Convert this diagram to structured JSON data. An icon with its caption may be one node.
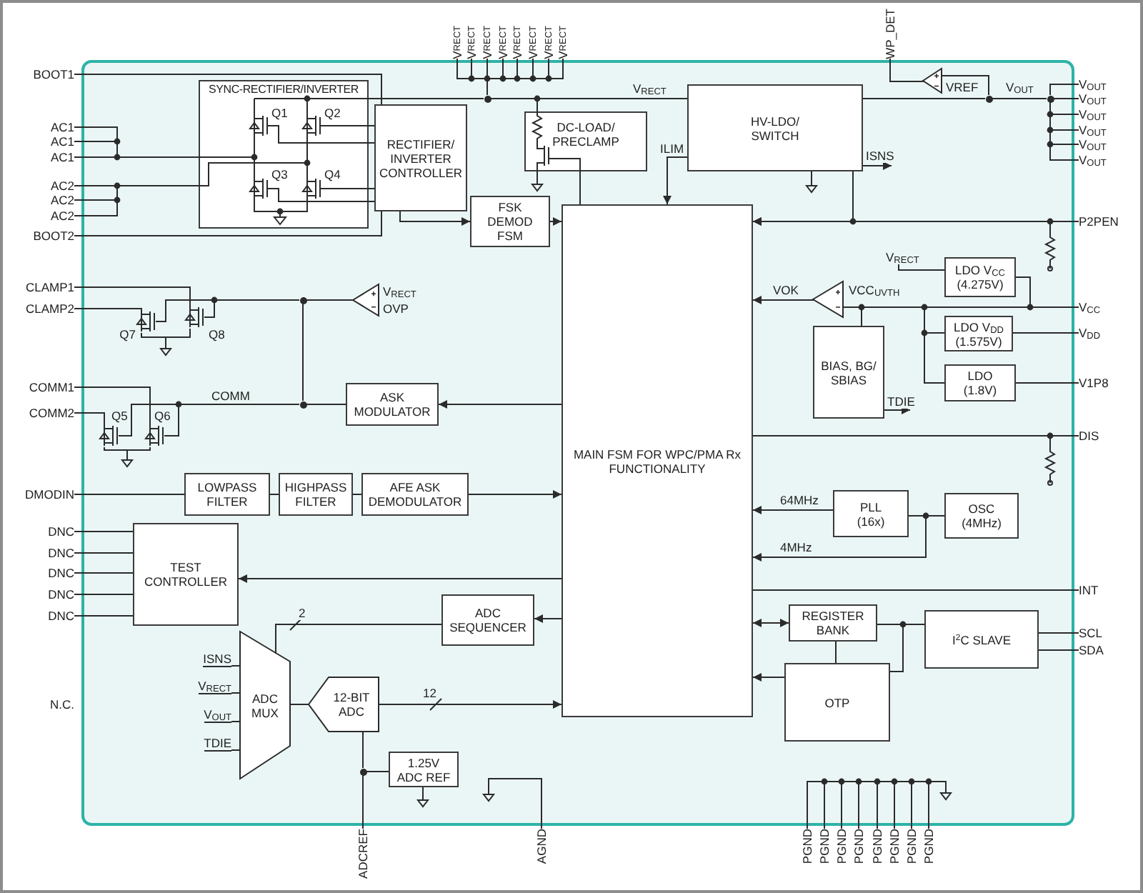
{
  "diagram": {
    "nodes": [
      {
        "text": [
          "SYNC-RECTIFIER/INVERTER"
        ]
      },
      {
        "text": [
          "RECTIFIER/ INVERTER CONTROLLER"
        ]
      },
      {
        "text": [
          "DC-LOAD/ PRECLAMP"
        ]
      },
      {
        "text": [
          "HV-LDO/ SWITCH"
        ]
      },
      {
        "text": [],
        "shape": "triangle",
        "beside": [
          "VREF"
        ]
      },
      {
        "text": [
          "FSK DEMOD FSM"
        ]
      },
      {
        "text": [
          "MAIN FSM FOR WPC/PMA Rx FUNCTIONALITY"
        ]
      },
      {
        "text": [
          "LDO V$_{CC}$ (4.275V)"
        ]
      },
      {
        "text": [],
        "shape": "triangle",
        "beside": [
          "V$_{RECT}$",
          "OVP"
        ]
      },
      {
        "text": [],
        "shape": "triangle",
        "beside": [
          "VCC$_{UVTH}$"
        ]
      },
      {
        "text": [
          "LDO V$_{DD}$ (1.575V)"
        ]
      },
      {
        "text": [
          "BIAS, BG/ SBIAS"
        ]
      },
      {
        "text": [
          "LDO (1.8V)"
        ]
      },
      {
        "text": [
          "ASK MODULATOR"
        ]
      },
      {
        "text": [
          "LOWPASS FILTER"
        ]
      },
      {
        "text": [
          "HIGHPASS FILTER"
        ]
      },
      {
        "text": [
          "AFE ASK DEMODULATOR"
        ]
      },
      {
        "text": [
          "PLL (16x)"
        ]
      },
      {
        "text": [
          "OSC (4MHz)"
        ]
      },
      {
        "text": [
          "TEST CONTROLLER"
        ]
      },
      {
        "text": [
          "REGISTER BANK"
        ]
      },
      {
        "text": [
          "I$^{2}$C SLAVE"
        ]
      },
      {
        "text": [
          "ADC SEQUENCER"
        ]
      },
      {
        "text": [
          "ADC MUX"
        ]
      },
      {
        "text": [
          "12-BIT ADC"
        ]
      },
      {
        "text": [
          "OTP"
        ]
      },
      {
        "text": [
          "1.25V ADC REF"
        ]
      },
      {
        "text": [
          "V$_{RECT}$"
        ]
      },
      {
        "text": [
          "V$_{RECT}$"
        ]
      },
      {
        "text": [
          "V$_{RECT}$"
        ]
      },
      {
        "text": [
          "V$_{RECT}$"
        ]
      },
      {
        "text": [
          "V$_{RECT}$"
        ]
      },
      {
        "text": [
          "V$_{RECT}$"
        ]
      },
      {
        "text": [
          "V$_{RECT}$"
        ]
      },
      {
        "text": [
          "V$_{RECT}$"
        ]
      },
      {
        "text": [
          "WP_DET"
        ]
      },
      {
        "text": [
          "BOOT1"
        ]
      },
      {
        "text": [
          "AC1"
        ]
      },
      {
        "text": [
          "AC1"
        ]
      },
      {
        "text": [
          "AC1"
        ]
      },
      {
        "text": [
          "AC2"
        ]
      },
      {
        "text": [
          "AC2"
        ]
      },
      {
        "text": [
          "AC2"
        ]
      },
      {
        "text": [
          "BOOT2"
        ]
      },
      {
        "text": [
          "CLAMP1"
        ]
      },
      {
        "text": [
          "CLAMP2"
        ]
      },
      {
        "text": [
          "COMM1"
        ]
      },
      {
        "text": [
          "COMM2"
        ]
      },
      {
        "text": [
          "DMODIN"
        ]
      },
      {
        "text": [
          "DNC"
        ]
      },
      {
        "text": [
          "DNC"
        ]
      },
      {
        "text": [
          "DNC"
        ]
      },
      {
        "text": [
          "DNC"
        ]
      },
      {
        "text": [
          "DNC"
        ]
      },
      {
        "text": [
          "V$_{OUT}$"
        ]
      },
      {
        "text": [
          "V$_{OUT}$"
        ]
      },
      {
        "text": [
          "V$_{OUT}$"
        ]
      },
      {
        "text": [
          "V$_{OUT}$"
        ]
      },
      {
        "text": [
          "V$_{OUT}$"
        ]
      },
      {
        "text": [
          "V$_{OUT}$"
        ]
      },
      {
        "text": [
          "P2PEN"
        ]
      },
      {
        "text": [
          "V$_{CC}$"
        ]
      },
      {
        "text": [
          "V$_{DD}$"
        ]
      },
      {
        "text": [
          "V1P8"
        ]
      },
      {
        "text": [
          "DIS"
        ]
      },
      {
        "text": [
          "INT"
        ]
      },
      {
        "text": [
          "SCL"
        ]
      },
      {
        "text": [
          "SDA"
        ]
      },
      {
        "text": [
          "ADCREF"
        ]
      },
      {
        "text": [
          "AGND"
        ]
      },
      {
        "text": [
          "PGND"
        ]
      },
      {
        "text": [
          "PGND"
        ]
      },
      {
        "text": [
          "PGND"
        ]
      },
      {
        "text": [
          "PGND"
        ]
      },
      {
        "text": [
          "PGND"
        ]
      },
      {
        "text": [
          "PGND"
        ]
      },
      {
        "text": [
          "PGND"
        ]
      },
      {
        "text": [
          "PGND"
        ]
      },
      {
        "text": [
          "V$_{RECT}$"
        ]
      },
      {
        "text": [
          "ISNS"
        ]
      },
      {
        "text": [
          "V$_{RECT}$"
        ]
      },
      {
        "text": [
          "V$_{OUT}$"
        ]
      },
      {
        "text": [
          "TDIE"
        ]
      },
      {
        "text": [],
        "shape": "transistor",
        "beside": [
          "Q7"
        ]
      },
      {
        "text": [],
        "shape": "transistor",
        "beside": [
          "Q8"
        ]
      },
      {
        "text": [],
        "shape": "transistor",
        "beside": [
          "Q5"
        ]
      },
      {
        "text": [],
        "shape": "transistor",
        "beside": [
          "Q6"
        ]
      },
      {
        "text": [],
        "shape": "ground"
      },
      {
        "text": [],
        "shape": "ground"
      },
      {
        "text": [],
        "shape": "ground"
      },
      {
        "text": [],
        "shape": "ground"
      },
      {
        "text": [],
        "shape": "ground"
      },
      {
        "text": [],
        "shape": "ground"
      },
      {
        "text": [],
        "shape": "ground"
      },
      {
        "text": [],
        "shape": "resistor"
      },
      {
        "text": [],
        "shape": "resistor"
      },
      {
        "text": [],
        "shape": "dot"
      },
      {
        "text": [],
        "shape": "dot"
      },
      {
        "text": [],
        "shape": "dot"
      },
      {
        "text": [],
        "shape": "dot"
      },
      {
        "text": [],
        "shape": "dot"
      },
      {
        "text": [],
        "shape": "dot"
      }
    ],
    "edges": [
      {
        "from": 0,
        "to": 96,
        "arrow": "none"
      },
      {
        "from": 96,
        "to": 2,
        "arrow": "none"
      },
      {
        "from": 96,
        "to": 3,
        "arrow": "none",
        "label": "V$_{RECT}$"
      },
      {
        "from": 1,
        "to": 5,
        "arrow": "to"
      },
      {
        "from": 5,
        "to": 6,
        "arrow": "to"
      },
      {
        "from": 6,
        "to": 2,
        "arrow": "none"
      },
      {
        "from": 3,
        "to": 6,
        "arrow": "to",
        "label": "ILIM"
      },
      {
        "from": 3,
        "to": null,
        "arrow": "to",
        "label": "ISNS"
      },
      {
        "from": 3,
        "to": 97,
        "arrow": "none"
      },
      {
        "from": 97,
        "to": 4,
        "arrow": "none"
      },
      {
        "from": 60,
        "to": 6,
        "arrow": "to"
      },
      {
        "from": 3,
        "to": 6,
        "arrow": "to"
      },
      {
        "from": 9,
        "to": 6,
        "arrow": "to",
        "label": "VOK"
      },
      {
        "from": 7,
        "to": 9,
        "arrow": "none"
      },
      {
        "from": 11,
        "to": 9,
        "arrow": "none"
      },
      {
        "from": 7,
        "to": 10,
        "arrow": "none"
      },
      {
        "from": 7,
        "to": 12,
        "arrow": "none"
      },
      {
        "from": 11,
        "to": null,
        "arrow": "to",
        "label": "TDIE"
      },
      {
        "from": 6,
        "to": 13,
        "arrow": "to"
      },
      {
        "from": 13,
        "to": 99,
        "arrow": "none"
      },
      {
        "from": 14,
        "to": 15,
        "arrow": "none"
      },
      {
        "from": 15,
        "to": 16,
        "arrow": "none"
      },
      {
        "from": 16,
        "to": 6,
        "arrow": "to"
      },
      {
        "from": 17,
        "to": 6,
        "arrow": "to",
        "label": "64MHz"
      },
      {
        "from": 18,
        "to": 17,
        "arrow": "none"
      },
      {
        "from": 18,
        "to": 6,
        "arrow": "to",
        "label": "4MHz"
      },
      {
        "from": 6,
        "to": 19,
        "arrow": "to"
      },
      {
        "from": 6,
        "to": 22,
        "arrow": "to"
      },
      {
        "from": 6,
        "to": 20,
        "arrow": "both"
      },
      {
        "from": 20,
        "to": 21,
        "arrow": "none"
      },
      {
        "from": 20,
        "to": 25,
        "arrow": "none"
      },
      {
        "from": 25,
        "to": 21,
        "arrow": "none"
      },
      {
        "from": 25,
        "to": 6,
        "arrow": "to"
      },
      {
        "from": 22,
        "to": 23,
        "arrow": "none",
        "label": "2"
      },
      {
        "from": 23,
        "to": 24,
        "arrow": "none"
      },
      {
        "from": 24,
        "to": 6,
        "arrow": "to",
        "label": "12"
      },
      {
        "from": 26,
        "to": 100,
        "arrow": "none"
      },
      {
        "from": 0,
        "to": 1,
        "arrow": "none"
      },
      {
        "from": 0,
        "to": 1,
        "arrow": "none"
      },
      {
        "from": 0,
        "to": 1,
        "arrow": "none"
      },
      {
        "from": 0,
        "to": 1,
        "arrow": "none"
      },
      {
        "from": 27,
        "to": 96,
        "arrow": "none"
      },
      {
        "from": 28,
        "to": 96,
        "arrow": "none"
      },
      {
        "from": 29,
        "to": 96,
        "arrow": "none"
      },
      {
        "from": 30,
        "to": 96,
        "arrow": "none"
      },
      {
        "from": 31,
        "to": 96,
        "arrow": "none"
      },
      {
        "from": 32,
        "to": 96,
        "arrow": "none"
      },
      {
        "from": 33,
        "to": 96,
        "arrow": "none"
      },
      {
        "from": 34,
        "to": 96,
        "arrow": "none"
      },
      {
        "from": 4,
        "to": 35,
        "arrow": "none"
      },
      {
        "from": 36,
        "to": 1,
        "arrow": "none"
      },
      {
        "from": 37,
        "to": 0,
        "arrow": "none"
      },
      {
        "from": 38,
        "to": 0,
        "arrow": "none"
      },
      {
        "from": 39,
        "to": 0,
        "arrow": "none"
      },
      {
        "from": 40,
        "to": 0,
        "arrow": "none"
      },
      {
        "from": 41,
        "to": 0,
        "arrow": "none"
      },
      {
        "from": 42,
        "to": 0,
        "arrow": "none"
      },
      {
        "from": 43,
        "to": 1,
        "arrow": "none"
      },
      {
        "from": 8,
        "to": 98,
        "arrow": "none"
      },
      {
        "from": 98,
        "to": 84,
        "arrow": "none"
      },
      {
        "from": 98,
        "to": 83,
        "arrow": "none"
      },
      {
        "from": 98,
        "to": 99,
        "arrow": "none"
      },
      {
        "from": 44,
        "to": 84,
        "arrow": "none"
      },
      {
        "from": 45,
        "to": 83,
        "arrow": "none"
      },
      {
        "from": 83,
        "to": 87,
        "arrow": "none"
      },
      {
        "from": 84,
        "to": 87,
        "arrow": "none"
      },
      {
        "from": 99,
        "to": 86,
        "arrow": "none",
        "label": "COMM"
      },
      {
        "from": 99,
        "to": 85,
        "arrow": "none"
      },
      {
        "from": 46,
        "to": 86,
        "arrow": "none"
      },
      {
        "from": 47,
        "to": 85,
        "arrow": "none"
      },
      {
        "from": 85,
        "to": 88,
        "arrow": "none"
      },
      {
        "from": 86,
        "to": 88,
        "arrow": "none"
      },
      {
        "from": 48,
        "to": 14,
        "arrow": "none"
      },
      {
        "from": 49,
        "to": 19,
        "arrow": "none"
      },
      {
        "from": 50,
        "to": 19,
        "arrow": "none"
      },
      {
        "from": 51,
        "to": 19,
        "arrow": "none"
      },
      {
        "from": 52,
        "to": 19,
        "arrow": "none"
      },
      {
        "from": 53,
        "to": 19,
        "arrow": "none"
      },
      {
        "from": 101,
        "to": 54,
        "arrow": "none"
      },
      {
        "from": 97,
        "to": 101,
        "arrow": "none",
        "label": "V$_{OUT}$"
      },
      {
        "from": 101,
        "to": 56,
        "arrow": "none"
      },
      {
        "from": 101,
        "to": 57,
        "arrow": "none"
      },
      {
        "from": 101,
        "to": 58,
        "arrow": "none"
      },
      {
        "from": 101,
        "to": 59,
        "arrow": "none"
      },
      {
        "from": 60,
        "to": 94,
        "arrow": "none"
      },
      {
        "from": 78,
        "to": 7,
        "arrow": "none"
      },
      {
        "from": 7,
        "to": 61,
        "arrow": "none"
      },
      {
        "from": 10,
        "to": 62,
        "arrow": "none"
      },
      {
        "from": 12,
        "to": 63,
        "arrow": "none"
      },
      {
        "from": 6,
        "to": 64,
        "arrow": "none"
      },
      {
        "from": 64,
        "to": 95,
        "arrow": "none"
      },
      {
        "from": 6,
        "to": 65,
        "arrow": "none"
      },
      {
        "from": 21,
        "to": 66,
        "arrow": "none"
      },
      {
        "from": 21,
        "to": 67,
        "arrow": "none"
      },
      {
        "from": 79,
        "to": 23,
        "arrow": "none"
      },
      {
        "from": 80,
        "to": 23,
        "arrow": "none"
      },
      {
        "from": 81,
        "to": 23,
        "arrow": "none"
      },
      {
        "from": 82,
        "to": 23,
        "arrow": "none"
      },
      {
        "from": 24,
        "to": 100,
        "arrow": "none"
      },
      {
        "from": 100,
        "to": 68,
        "arrow": "none"
      },
      {
        "from": 69,
        "to": 92,
        "arrow": "none"
      },
      {
        "from": 70,
        "to": 93,
        "arrow": "none"
      },
      {
        "from": 71,
        "to": 93,
        "arrow": "none"
      },
      {
        "from": 72,
        "to": 93,
        "arrow": "none"
      },
      {
        "from": 73,
        "to": 93,
        "arrow": "none"
      },
      {
        "from": 74,
        "to": 93,
        "arrow": "none"
      },
      {
        "from": 75,
        "to": 93,
        "arrow": "none"
      },
      {
        "from": 76,
        "to": 93,
        "arrow": "none"
      },
      {
        "from": 77,
        "to": 93,
        "arrow": "none"
      },
      {
        "from": 3,
        "to": 89,
        "arrow": "none"
      },
      {
        "from": 2,
        "to": 90,
        "arrow": "none"
      },
      {
        "from": 26,
        "to": 91,
        "arrow": "none"
      },
      {
        "from": 101,
        "to": 55,
        "arrow": "none"
      }
    ],
    "labels": [
      "Q1",
      "Q2",
      "Q3",
      "Q4",
      "N.C."
    ]
  }
}
